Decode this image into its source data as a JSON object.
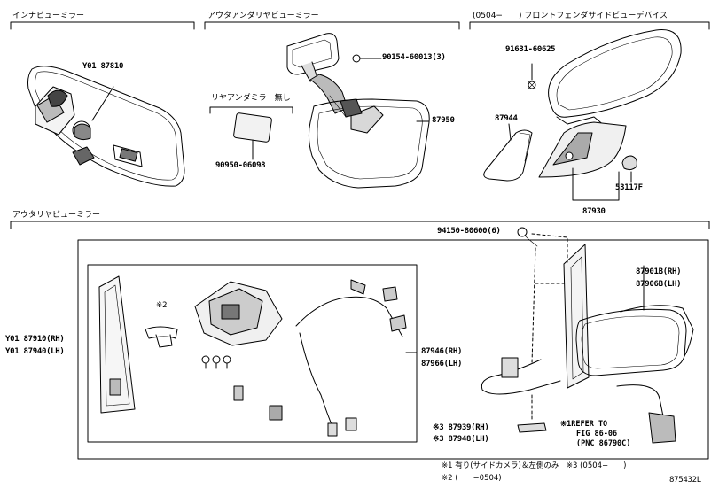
{
  "sections": {
    "inner_mirror": "インナビューミラー",
    "outer_under_mirror": "アウタアンダリヤビューミラー",
    "fender_device": "(0504−　　) フロントフェンダサイドビューデバイス",
    "outer_mirror": "アウタリヤビューミラー"
  },
  "labels": {
    "p87810": "Y01 87810",
    "p90154": "90154-60013(3)",
    "p87950": "87950",
    "no_rear_under": "リヤアンダミラー無し",
    "p90950": "90950-06098",
    "p91631": "91631-60625",
    "p87944": "87944",
    "p53117": "53117F",
    "p87930": "87930",
    "p94150": "94150-80600(6)",
    "p87901": "87901B(RH)",
    "p87906": "87906B(LH)",
    "p87910": "Y01 87910(RH)",
    "p87940": "Y01 87940(LH)",
    "p87946": "87946(RH)",
    "p87966": "87966(LH)",
    "mark2": "※2",
    "p87939": "※3 87939(RH)",
    "p87948": "※3 87948(LH)",
    "ref1": "※1REFER TO",
    "ref2": "FIG 86-06",
    "ref3": "(PNC 86790C)"
  },
  "footnotes": {
    "n1": "※1 有り(サイドカメラ)＆左側のみ　※3 (0504−　　)",
    "n2": "※2 (　　−0504)"
  },
  "diagram_id": "875432L"
}
